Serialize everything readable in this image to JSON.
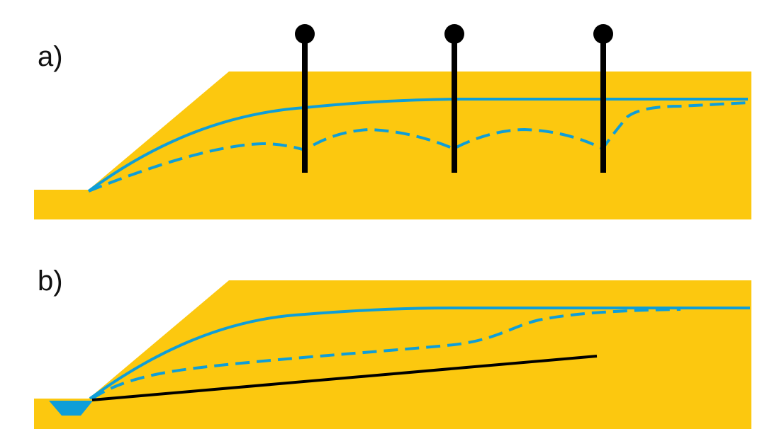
{
  "panels": [
    {
      "label": "a)",
      "description_items": [
        "ground",
        "natural-water-table",
        "lowered-water-table",
        "wells"
      ]
    },
    {
      "label": "b)",
      "description_items": [
        "ground",
        "drainage-ditch",
        "natural-water-table",
        "lowered-water-table",
        "drain-pipe"
      ]
    }
  ],
  "colors": {
    "soil": "#FCC80F",
    "water": "#0E9ED8",
    "structure": "#000000"
  },
  "icons": {
    "well": "well-pump-icon",
    "ditch": "ditch-icon"
  }
}
